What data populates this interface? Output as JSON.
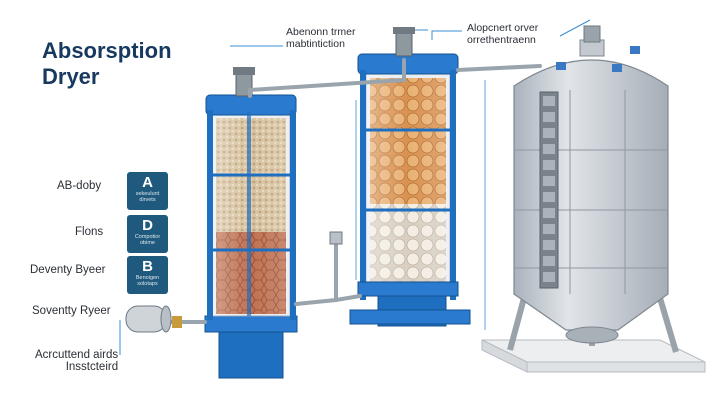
{
  "title_line1": "Absorsption",
  "title_line2": "Dryer",
  "callout_top_center": {
    "line1": "Abenonn trmer",
    "line2": "mabtintiction"
  },
  "callout_top_right": {
    "line1": "Alopcnert orver",
    "line2": "orrethentraenn"
  },
  "legend": [
    {
      "label": "AB-doby",
      "letter": "A",
      "small1": "sekeulunt",
      "small2": "dirvets"
    },
    {
      "label": "Flons",
      "letter": "D",
      "small1": "Compotior",
      "small2": "obime"
    },
    {
      "label": "Deventy Byeer",
      "letter": "B",
      "small1": "Benoigen",
      "small2": "solotaps"
    }
  ],
  "label_soventy": "Soventty Ryeer",
  "label_bottom": {
    "line1": "Acrcuttend airds",
    "line2": "Insstcteird"
  },
  "colors": {
    "title": "#17395f",
    "badge": "#1f5a7e",
    "frame_blue": "#1f6fc0",
    "gray_tank": "#c7cdd4",
    "desiccant_top": "#d8c3a0",
    "desiccant_bottom": "#c07050",
    "beads_orange": "#e5ab6c",
    "beads_white": "#eee6d9"
  }
}
